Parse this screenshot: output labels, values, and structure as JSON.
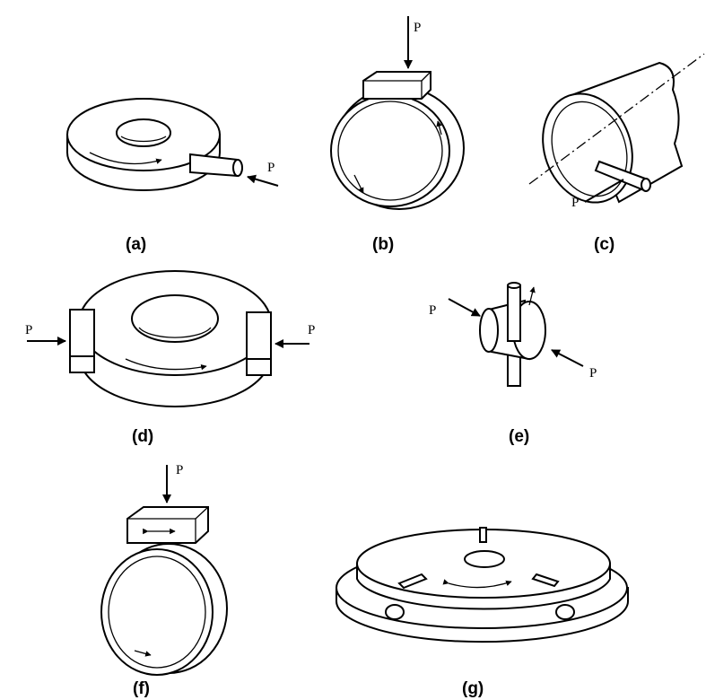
{
  "figures": [
    {
      "id": "a",
      "label": "(a)",
      "force": "P"
    },
    {
      "id": "b",
      "label": "(b)",
      "force": "P"
    },
    {
      "id": "c",
      "label": "(c)",
      "force": "P"
    },
    {
      "id": "d",
      "label": "(d)",
      "force": "P"
    },
    {
      "id": "e",
      "label": "(e)",
      "force": "P"
    },
    {
      "id": "f",
      "label": "(f)",
      "force": "P"
    },
    {
      "id": "g",
      "label": "(g)"
    }
  ]
}
